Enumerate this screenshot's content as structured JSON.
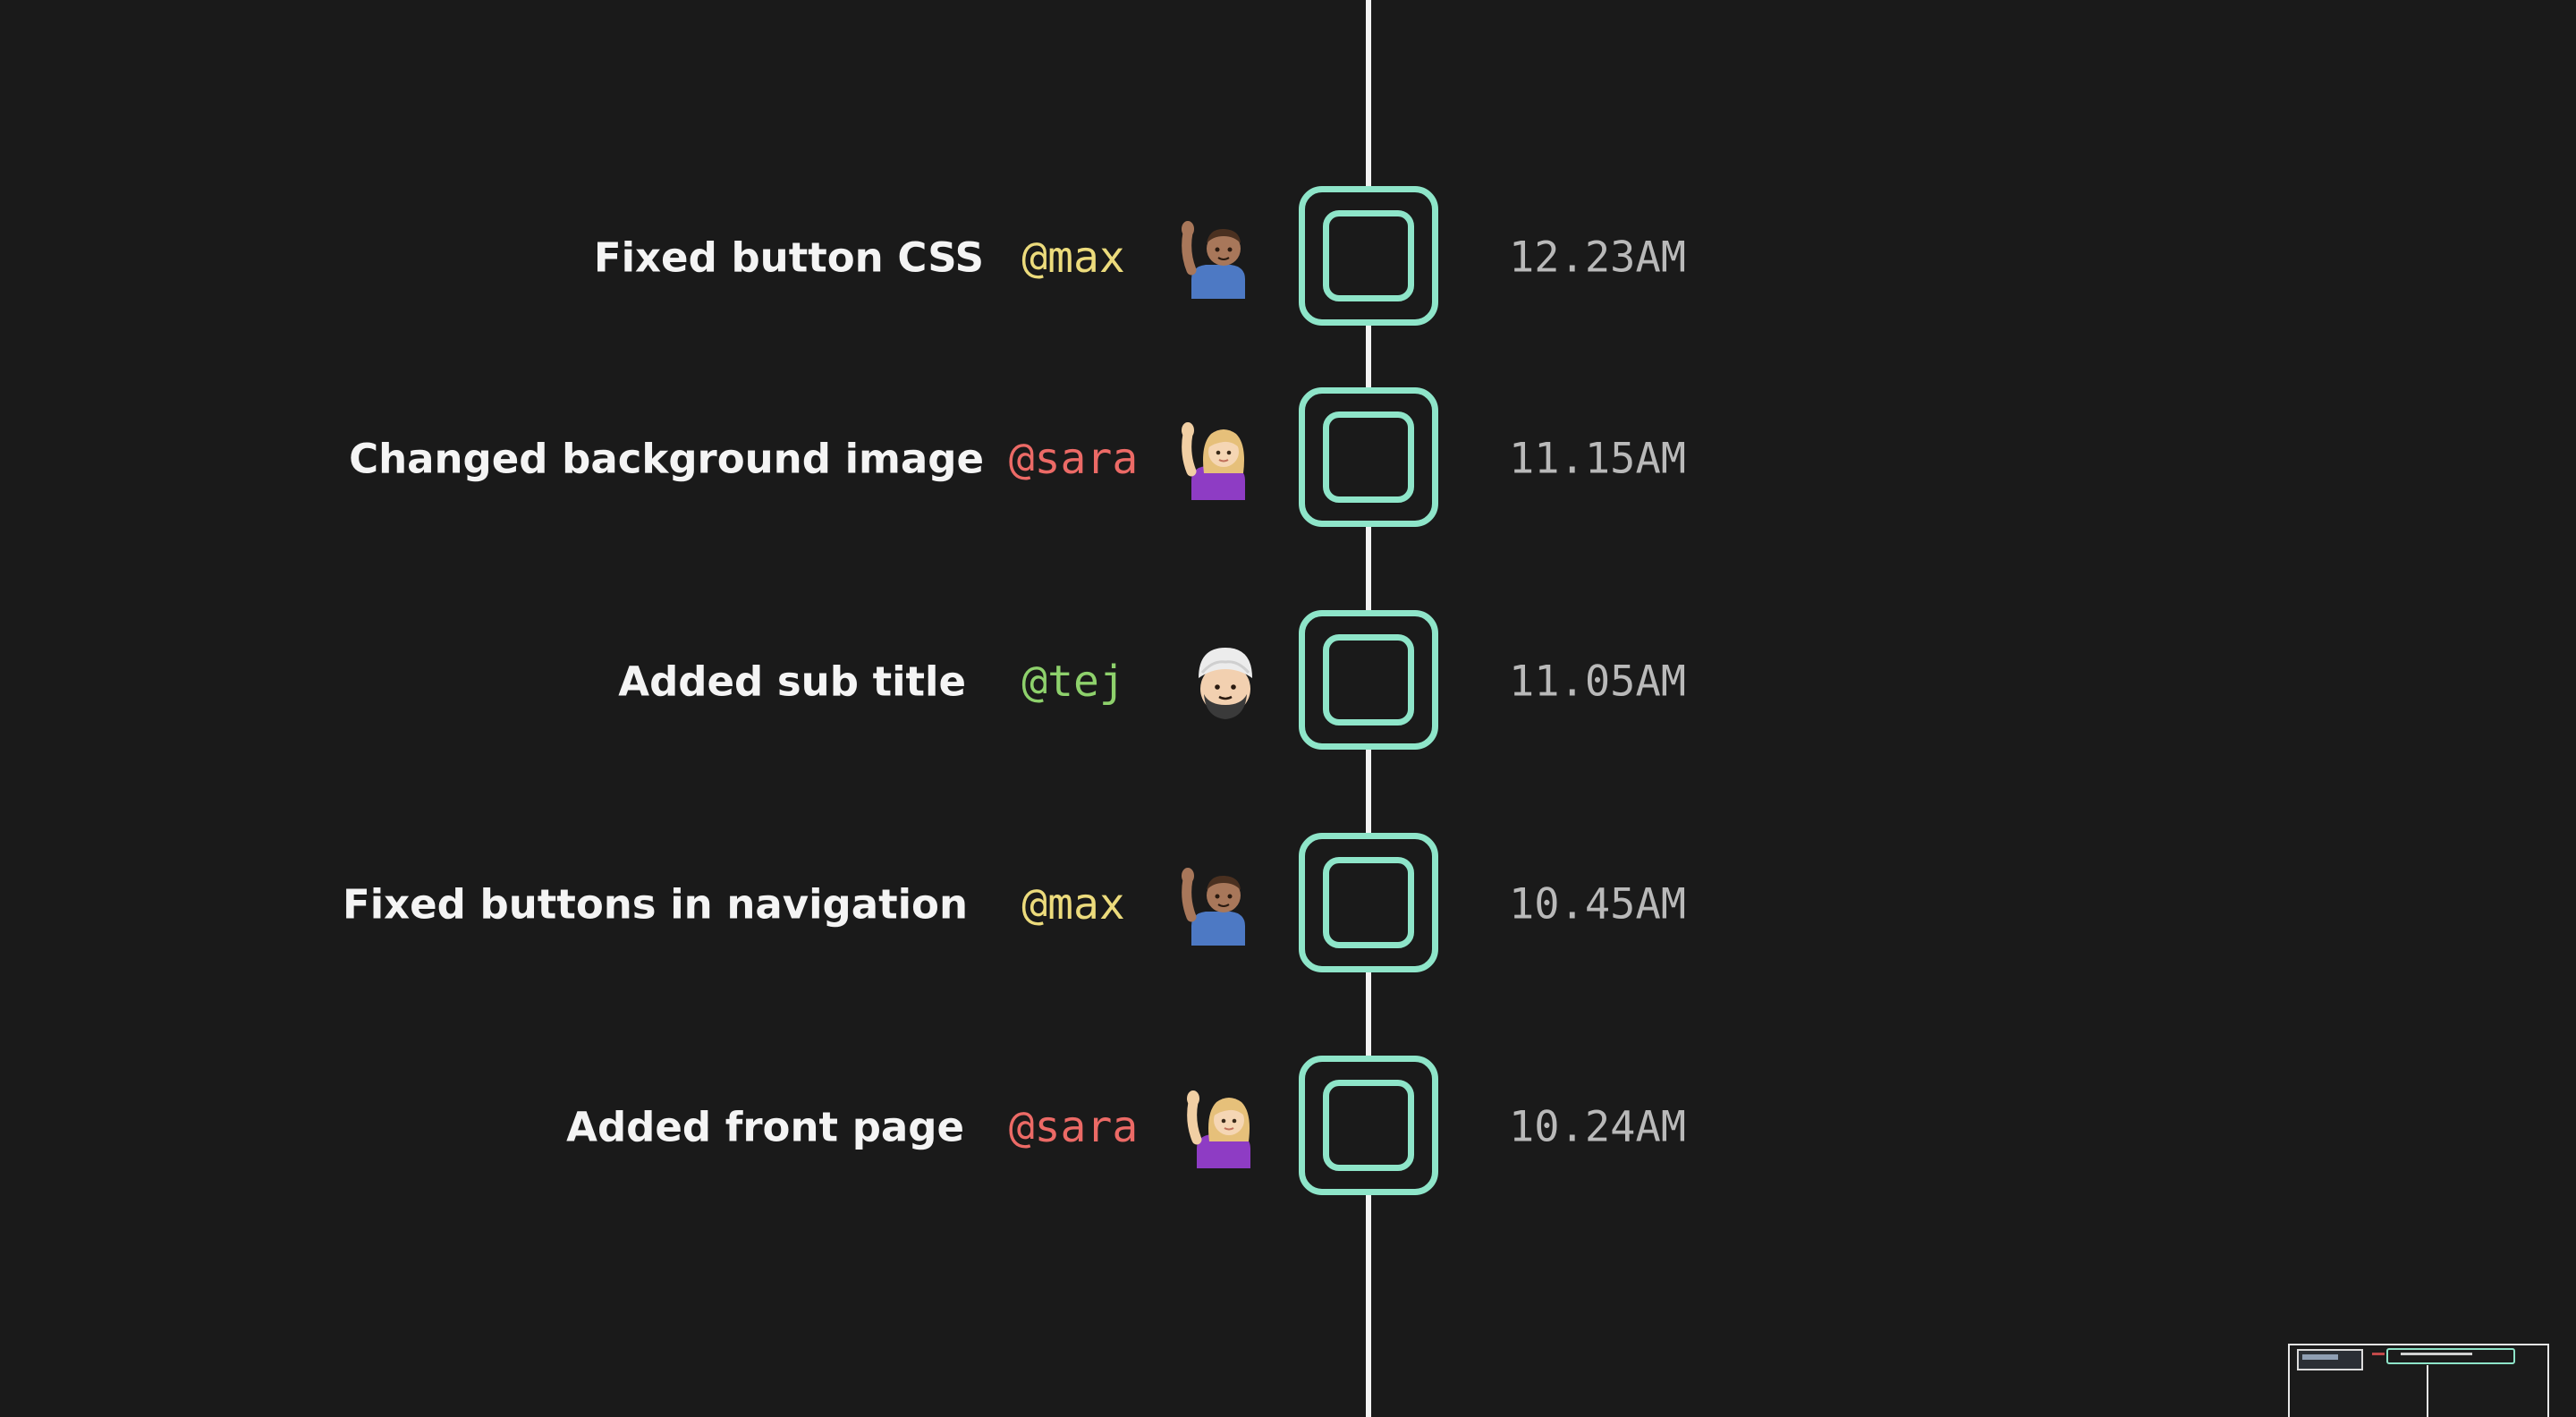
{
  "colors": {
    "background": "#1a1a1a",
    "line": "#f2f2f2",
    "node": "#8ee5c9",
    "message": "#f4f4f4",
    "time": "#b9b9b9",
    "user_max": "#ecdb7c",
    "user_sara": "#ec6a66",
    "user_tej": "#8ed16c"
  },
  "entries": [
    {
      "message": "Fixed button CSS",
      "user": "@max",
      "avatar": "raising-hand-man-icon",
      "time": "12.23AM"
    },
    {
      "message": "Changed background image",
      "user": "@sara",
      "avatar": "raising-hand-woman-icon",
      "time": "11.15AM"
    },
    {
      "message": "Added sub title",
      "user": "@tej",
      "avatar": "turban-man-icon",
      "time": "11.05AM"
    },
    {
      "message": "Fixed buttons in navigation",
      "user": "@max",
      "avatar": "raising-hand-man-icon",
      "time": "10.45AM"
    },
    {
      "message": "Added front page",
      "user": "@sara",
      "avatar": "raising-hand-woman-icon",
      "time": "10.24AM"
    }
  ]
}
